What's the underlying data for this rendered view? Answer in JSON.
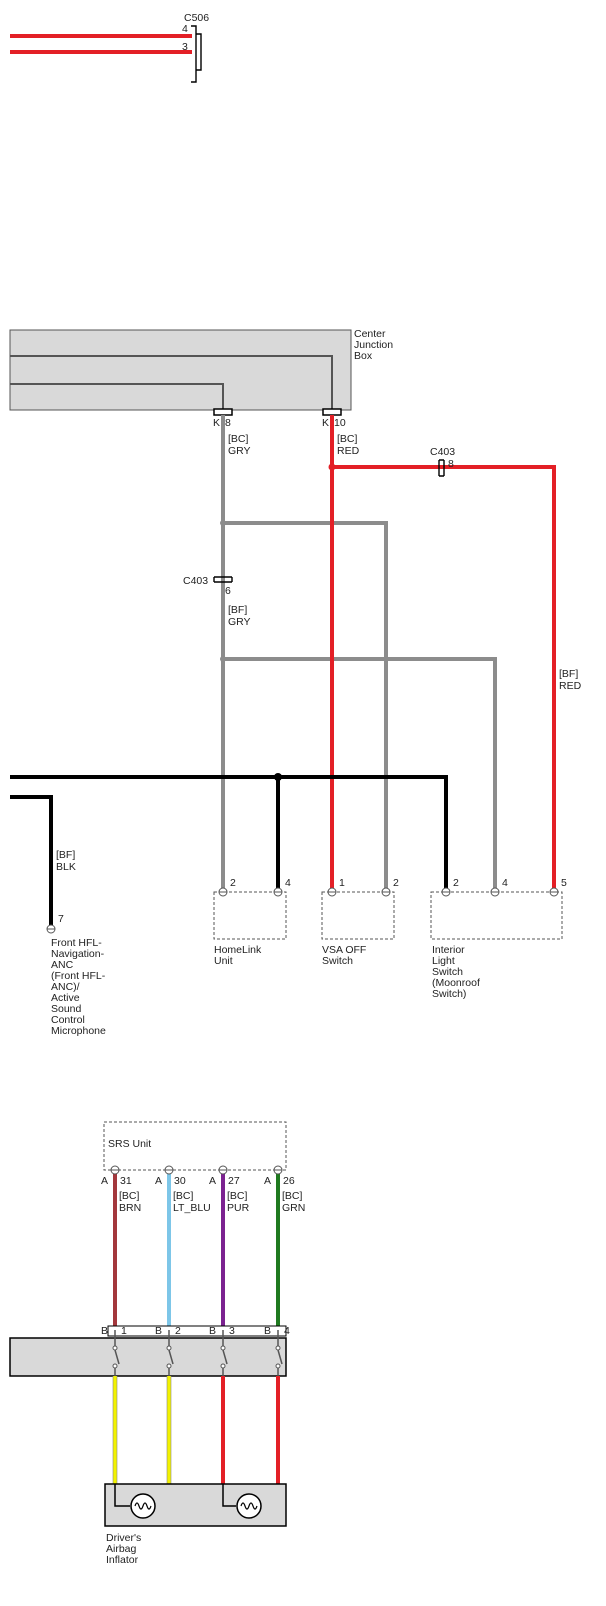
{
  "colors": {
    "red": "#e31f26",
    "gray": "#8c8c8c",
    "black": "#000000",
    "brown": "#a3373c",
    "lt_blu": "#7dc6e8",
    "purple": "#7b2290",
    "green": "#1f7a1f",
    "yellow": "#f2f200",
    "box_fill": "#d9d9d9"
  },
  "c506": {
    "name": "C506",
    "pin_top": "4",
    "pin_bottom": "3"
  },
  "center_junction_box": {
    "name": [
      "Center",
      "Junction",
      "Box"
    ],
    "pins": [
      {
        "conn": "K",
        "pin": "8"
      },
      {
        "conn": "K",
        "pin": "10"
      }
    ]
  },
  "wires": {
    "gry_upper": [
      "[BC]",
      "GRY"
    ],
    "red_upper": [
      "[BC]",
      "RED"
    ],
    "gry_lower": [
      "[BF]",
      "GRY"
    ],
    "red_right": [
      "[BF]",
      "RED"
    ],
    "blk_left": [
      "[BF]",
      "BLK"
    ]
  },
  "c403_gray": {
    "name": "C403",
    "pin": "6"
  },
  "c403_red": {
    "name": "C403",
    "pin": "8"
  },
  "components": {
    "microphone": {
      "pin": "7",
      "name": [
        "Front HFL-",
        "Navigation-",
        "ANC",
        "(Front HFL-",
        "ANC)/",
        "Active",
        "Sound",
        "Control",
        "Microphone"
      ]
    },
    "homelink": {
      "pins": [
        "2",
        "4"
      ],
      "name": [
        "HomeLink",
        "Unit"
      ]
    },
    "vsa": {
      "pins": [
        "1",
        "2"
      ],
      "name": [
        "VSA OFF",
        "Switch"
      ]
    },
    "interior": {
      "pins": [
        "2",
        "4",
        "5"
      ],
      "name": [
        "Interior",
        "Light",
        "Switch",
        "(Moonroof",
        "Switch)"
      ]
    }
  },
  "srs_unit": {
    "name": "SRS Unit",
    "pins": [
      {
        "conn": "A",
        "pin": "31",
        "code": "[BC]",
        "color": "BRN"
      },
      {
        "conn": "A",
        "pin": "30",
        "code": "[BC]",
        "color": "LT_BLU"
      },
      {
        "conn": "A",
        "pin": "27",
        "code": "[BC]",
        "color": "PUR"
      },
      {
        "conn": "A",
        "pin": "26",
        "code": "[BC]",
        "color": "GRN"
      }
    ]
  },
  "clockspring": {
    "pins": [
      {
        "conn": "B",
        "pin": "1"
      },
      {
        "conn": "B",
        "pin": "2"
      },
      {
        "conn": "B",
        "pin": "3"
      },
      {
        "conn": "B",
        "pin": "4"
      }
    ]
  },
  "inflator": {
    "name": [
      "Driver's",
      "Airbag",
      "Inflator"
    ]
  }
}
